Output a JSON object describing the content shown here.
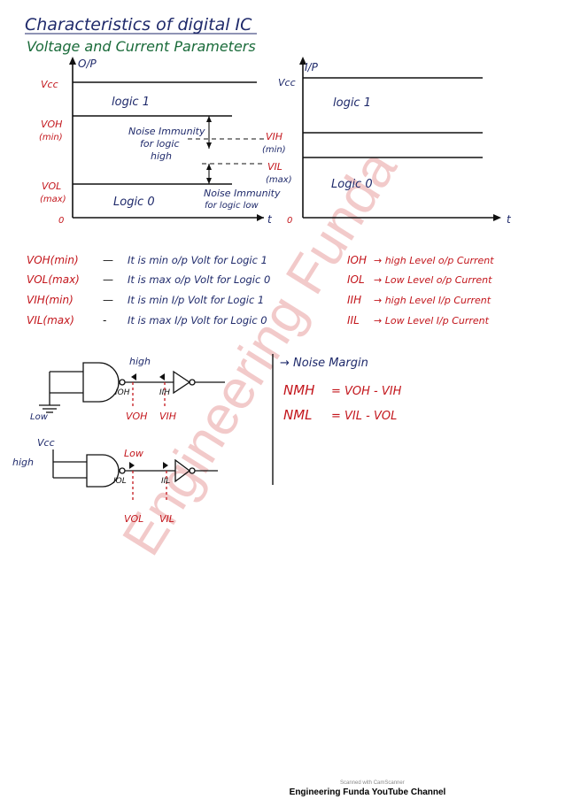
{
  "colors": {
    "blue_ink": "#1f2a6b",
    "red_ink": "#c3161c",
    "watermark": "#e8a0a0"
  },
  "title": "Characteristics of digital IC",
  "subtitle": "Voltage and Current Parameters",
  "output_graph": {
    "axis_label": "O/P",
    "vcc": "Vcc",
    "voh": "VOH",
    "voh_min": "(min)",
    "vol": "VOL",
    "vol_max": "(max)",
    "origin": "0",
    "t": "t",
    "logic1": "logic 1",
    "logic0": "Logic 0",
    "nm_high_1": "Noise Immunity",
    "nm_high_2": "for logic",
    "nm_high_3": "high",
    "nm_low_1": "Noise Immunity",
    "nm_low_2": "for logic low"
  },
  "input_graph": {
    "axis_label": "I/P",
    "vcc": "Vcc",
    "vih": "VIH",
    "vih_min": "(min)",
    "vil": "VIL",
    "vil_max": "(max)",
    "origin": "0",
    "t": "t",
    "logic1": "logic 1",
    "logic0": "Logic 0"
  },
  "definitions": [
    {
      "sym": "VOH(min)",
      "dash": "—",
      "text": "It is min o/p Volt for Logic 1"
    },
    {
      "sym": "VOL(max)",
      "dash": "—",
      "text": "It is max o/p Volt for Logic 0"
    },
    {
      "sym": "VIH(min)",
      "dash": "—",
      "text": "It is min I/p Volt for Logic 1"
    },
    {
      "sym": "VIL(max)",
      "dash": "-",
      "text": "It is max I/p Volt for Logic 0"
    }
  ],
  "currents": [
    {
      "sym": "IOH",
      "text": "→ high Level o/p Current"
    },
    {
      "sym": "IOL",
      "text": "→ Low Level o/p Current"
    },
    {
      "sym": "IIH",
      "text": "→ high Level I/p Current"
    },
    {
      "sym": "IIL",
      "text": "→ Low Level I/p Current"
    }
  ],
  "circuit1": {
    "high": "high",
    "low": "Low",
    "ioh": "IOH",
    "iih": "IIH",
    "voh": "VOH",
    "vih": "VIH"
  },
  "circuit2": {
    "vcc": "Vcc",
    "high": "high",
    "low": "Low",
    "iol": "IOL",
    "iil": "IIL",
    "vol": "VOL",
    "vil": "VIL"
  },
  "noise_margin": {
    "heading": "→ Noise Margin",
    "nmh_lhs": "NMH",
    "nmh_rhs": "= VOH - VIH",
    "nml_lhs": "NML",
    "nml_rhs": "= VIL - VOL"
  },
  "watermark": "Engineering Funda",
  "scanner": "Scanned with CamScanner",
  "footer": "Engineering Funda YouTube Channel"
}
